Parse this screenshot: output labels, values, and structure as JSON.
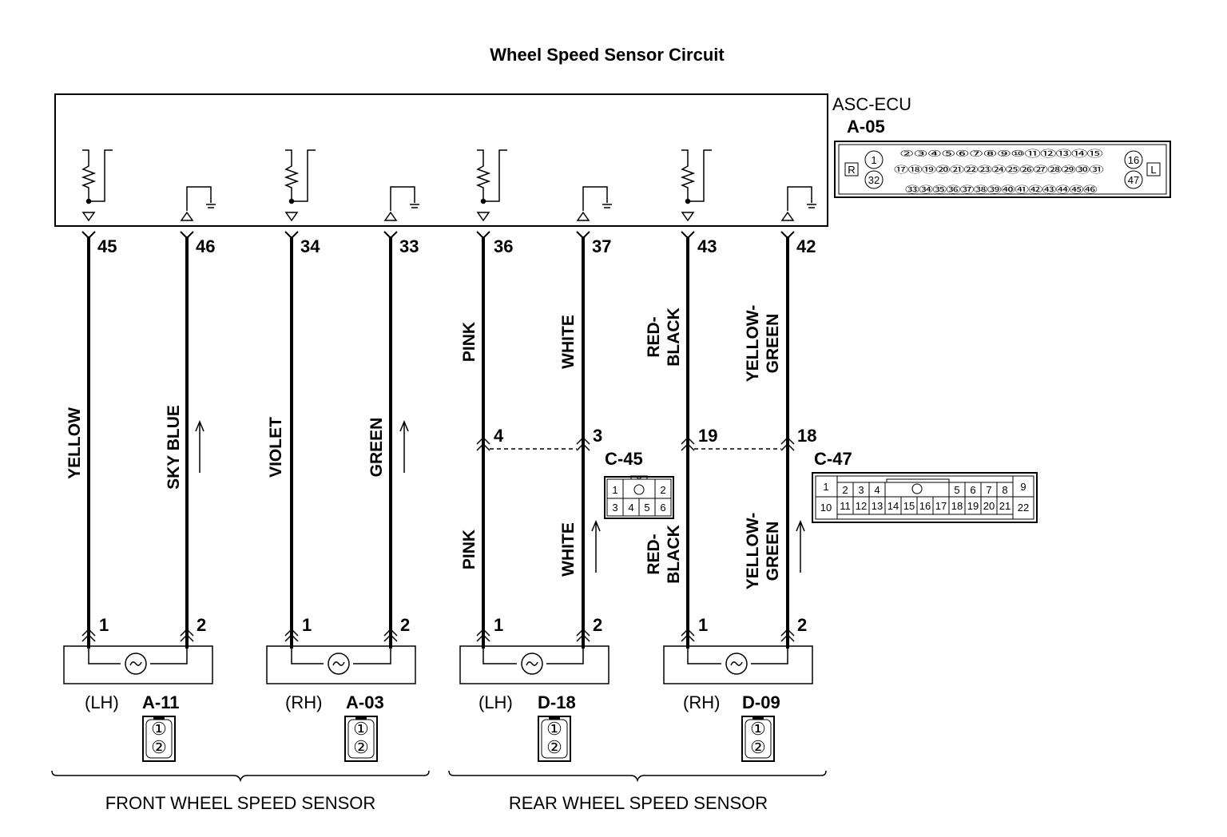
{
  "title": "Wheel Speed Sensor Circuit",
  "ecu": {
    "name": "ASC-ECU",
    "connector": "A-05",
    "face": {
      "side_left": "R",
      "side_right": "L",
      "pin_left_top": "1",
      "pin_left_bottom": "32",
      "row1": "②③④⑤⑥⑦⑧⑨⑩⑪⑫⑬⑭⑮",
      "row2": "⑰⑱⑲⑳㉑㉒㉓㉔㉕㉖㉗㉘㉙㉚㉛",
      "row3": "㉝㉞㉟㊱㊲㊳㊴㊵㊶㊷㊸㊹㊺㊻",
      "pin_right_top": "16",
      "pin_right_bottom": "47"
    }
  },
  "ecu_pins": [
    "45",
    "46",
    "34",
    "33",
    "36",
    "37",
    "43",
    "42"
  ],
  "wires_upper": [
    [
      "YELLOW"
    ],
    [
      "SKY BLUE"
    ],
    [
      "VIOLET"
    ],
    [
      "GREEN"
    ],
    [
      "PINK"
    ],
    [
      "WHITE"
    ],
    [
      "RED-",
      "BLACK"
    ],
    [
      "YELLOW-",
      "GREEN"
    ]
  ],
  "wires_lower": [
    [
      "PINK"
    ],
    [
      "WHITE"
    ],
    [
      "RED-",
      "BLACK"
    ],
    [
      "YELLOW-",
      "GREEN"
    ]
  ],
  "junctions": [
    {
      "connector": "C-45",
      "pins": [
        "4",
        "3"
      ]
    },
    {
      "connector": "C-47",
      "pins": [
        "19",
        "18"
      ]
    }
  ],
  "c45_face": {
    "row1": [
      "1",
      "",
      "2"
    ],
    "row2": [
      "3",
      "4",
      "5",
      "6"
    ]
  },
  "c47_face": {
    "row1": [
      "1",
      "2",
      "3",
      "4",
      "5",
      "6",
      "7",
      "8",
      "9"
    ],
    "row2": [
      "10",
      "11",
      "12",
      "13",
      "14",
      "15",
      "16",
      "17",
      "18",
      "19",
      "20",
      "21",
      "22"
    ]
  },
  "sensors": [
    {
      "side": "(LH)",
      "connector": "A-11",
      "pins": [
        "1",
        "2"
      ]
    },
    {
      "side": "(RH)",
      "connector": "A-03",
      "pins": [
        "1",
        "2"
      ]
    },
    {
      "side": "(LH)",
      "connector": "D-18",
      "pins": [
        "1",
        "2"
      ]
    },
    {
      "side": "(RH)",
      "connector": "D-09",
      "pins": [
        "1",
        "2"
      ]
    }
  ],
  "sensor_face_pins": [
    "①",
    "②"
  ],
  "groups": [
    "FRONT WHEEL SPEED SENSOR",
    "REAR WHEEL SPEED SENSOR"
  ]
}
